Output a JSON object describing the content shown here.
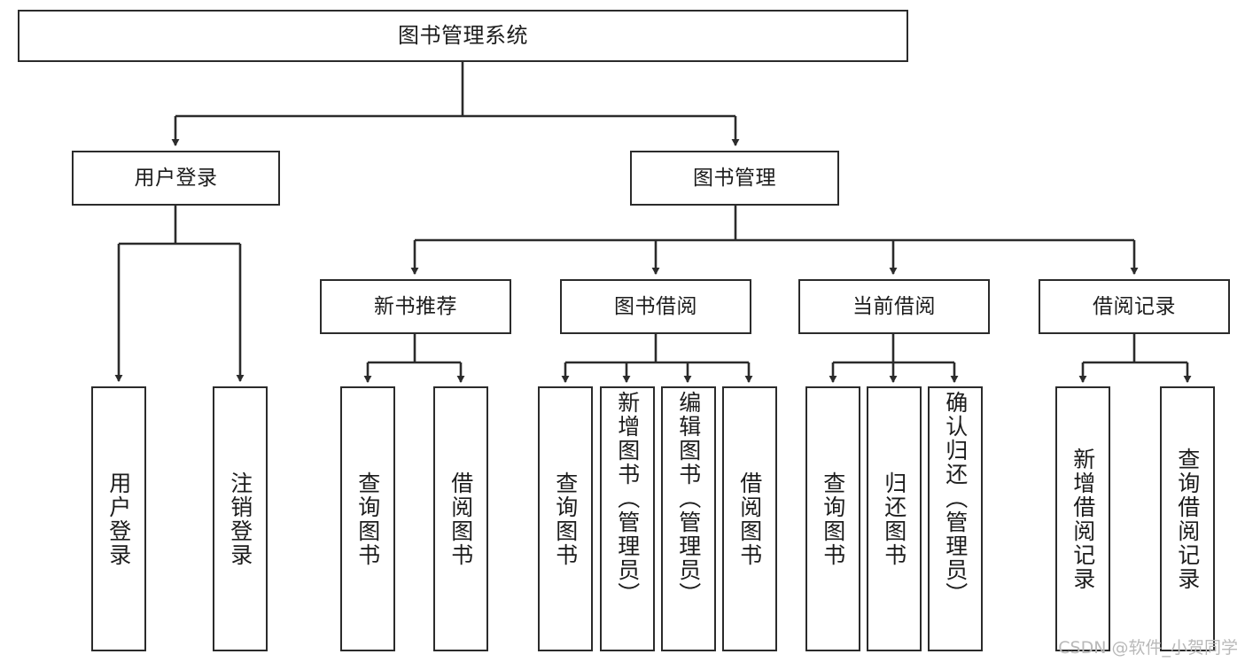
{
  "diagram": {
    "type": "tree-hierarchy-chart",
    "title": "图书管理系统",
    "watermark": "CSDN @软件_小贺同学",
    "colors": {
      "box_border": "#2b2b2b",
      "box_fill": "#ffffff",
      "edge": "#2b2b2b",
      "text": "#1c1c1c",
      "watermark": "#b9b9b9",
      "background": "#ffffff"
    },
    "nodes": {
      "root": {
        "label": "图书管理系统",
        "level": 1,
        "orientation": "horizontal"
      },
      "level2": [
        {
          "id": "user-login",
          "label": "用户登录",
          "orientation": "horizontal"
        },
        {
          "id": "book-manage",
          "label": "图书管理",
          "orientation": "horizontal"
        }
      ],
      "level3": [
        {
          "id": "new-book-recommend",
          "label": "新书推荐",
          "orientation": "horizontal"
        },
        {
          "id": "book-borrow",
          "label": "图书借阅",
          "orientation": "horizontal"
        },
        {
          "id": "current-borrow",
          "label": "当前借阅",
          "orientation": "horizontal"
        },
        {
          "id": "borrow-record",
          "label": "借阅记录",
          "orientation": "horizontal"
        }
      ],
      "leaves": [
        {
          "id": "leaf-user-login",
          "label": "用户登录",
          "parent": "user-login",
          "orientation": "vertical"
        },
        {
          "id": "leaf-user-logout",
          "label": "注销登录",
          "parent": "user-login",
          "orientation": "vertical"
        },
        {
          "id": "leaf-query-book-1",
          "label": "查询图书",
          "parent": "new-book-recommend",
          "orientation": "vertical"
        },
        {
          "id": "leaf-borrow-book-1",
          "label": "借阅图书",
          "parent": "new-book-recommend",
          "orientation": "vertical"
        },
        {
          "id": "leaf-query-book-2",
          "label": "查询图书",
          "parent": "book-borrow",
          "orientation": "vertical"
        },
        {
          "id": "leaf-add-book",
          "label": "新增图书（管理员）",
          "parent": "book-borrow",
          "orientation": "vertical"
        },
        {
          "id": "leaf-edit-book",
          "label": "编辑图书（管理员）",
          "parent": "book-borrow",
          "orientation": "vertical"
        },
        {
          "id": "leaf-borrow-book-2",
          "label": "借阅图书",
          "parent": "book-borrow",
          "orientation": "vertical"
        },
        {
          "id": "leaf-query-book-3",
          "label": "查询图书",
          "parent": "current-borrow",
          "orientation": "vertical"
        },
        {
          "id": "leaf-return-book",
          "label": "归还图书",
          "parent": "current-borrow",
          "orientation": "vertical"
        },
        {
          "id": "leaf-confirm-return",
          "label": "确认归还（管理员）",
          "parent": "current-borrow",
          "orientation": "vertical"
        },
        {
          "id": "leaf-add-record",
          "label": "新增借阅记录",
          "parent": "borrow-record",
          "orientation": "vertical"
        },
        {
          "id": "leaf-query-record",
          "label": "查询借阅记录",
          "parent": "borrow-record",
          "orientation": "vertical"
        }
      ]
    }
  }
}
